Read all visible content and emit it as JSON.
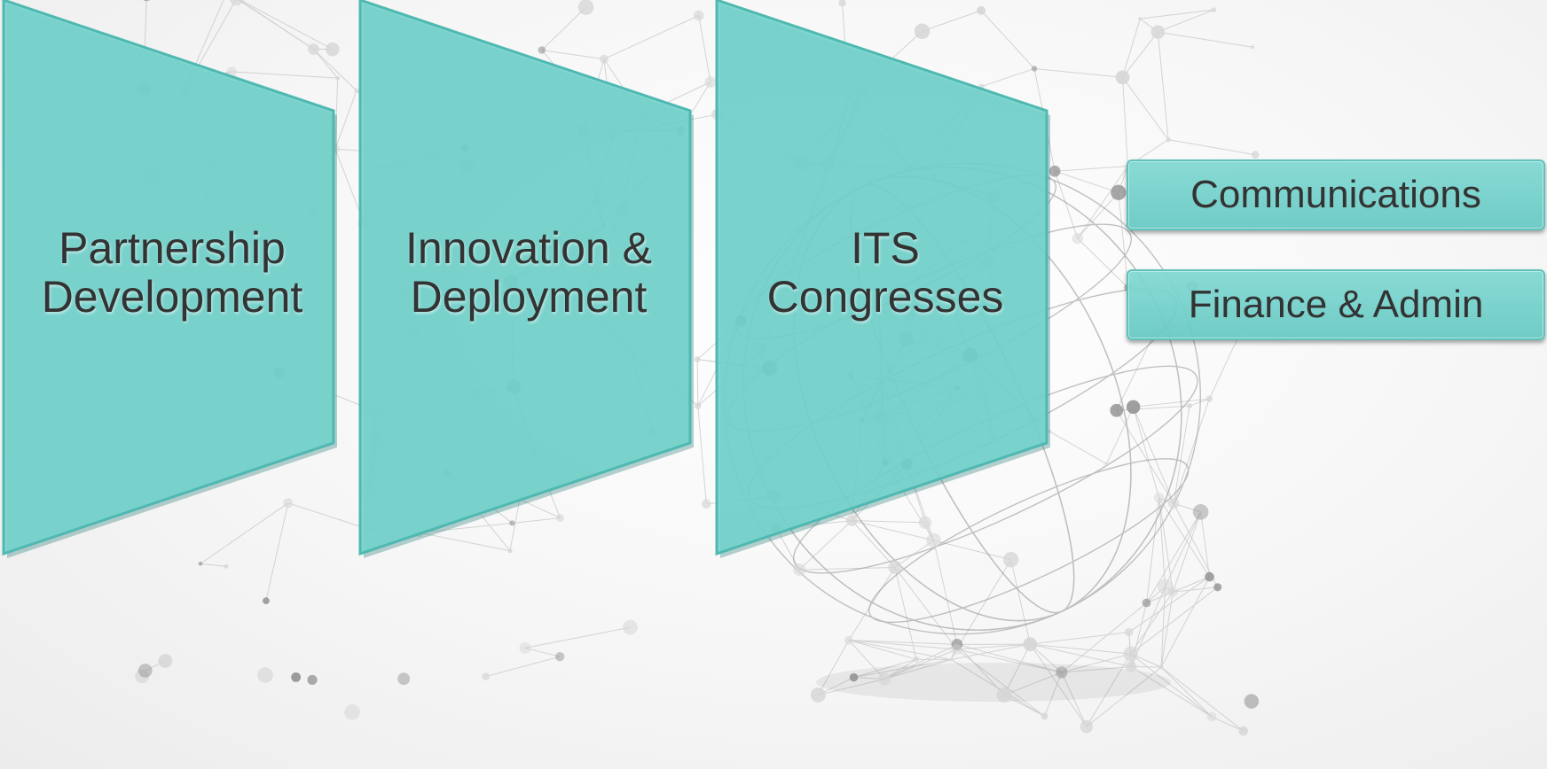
{
  "colors": {
    "panel_fill": "#72d2cb",
    "panel_edge": "#4fb9b1",
    "text": "#333333",
    "network_line": "#b5b5b5",
    "network_node": "#8f8f8f"
  },
  "panels": [
    {
      "id": "partnership",
      "lines": [
        "Partnership",
        "Development"
      ]
    },
    {
      "id": "innovation",
      "lines": [
        "Innovation &",
        "Deployment"
      ]
    },
    {
      "id": "congresses",
      "lines": [
        "ITS",
        "Congresses"
      ]
    }
  ],
  "side_boxes": [
    {
      "id": "communications",
      "label": "Communications"
    },
    {
      "id": "finance",
      "label": "Finance & Admin"
    }
  ]
}
